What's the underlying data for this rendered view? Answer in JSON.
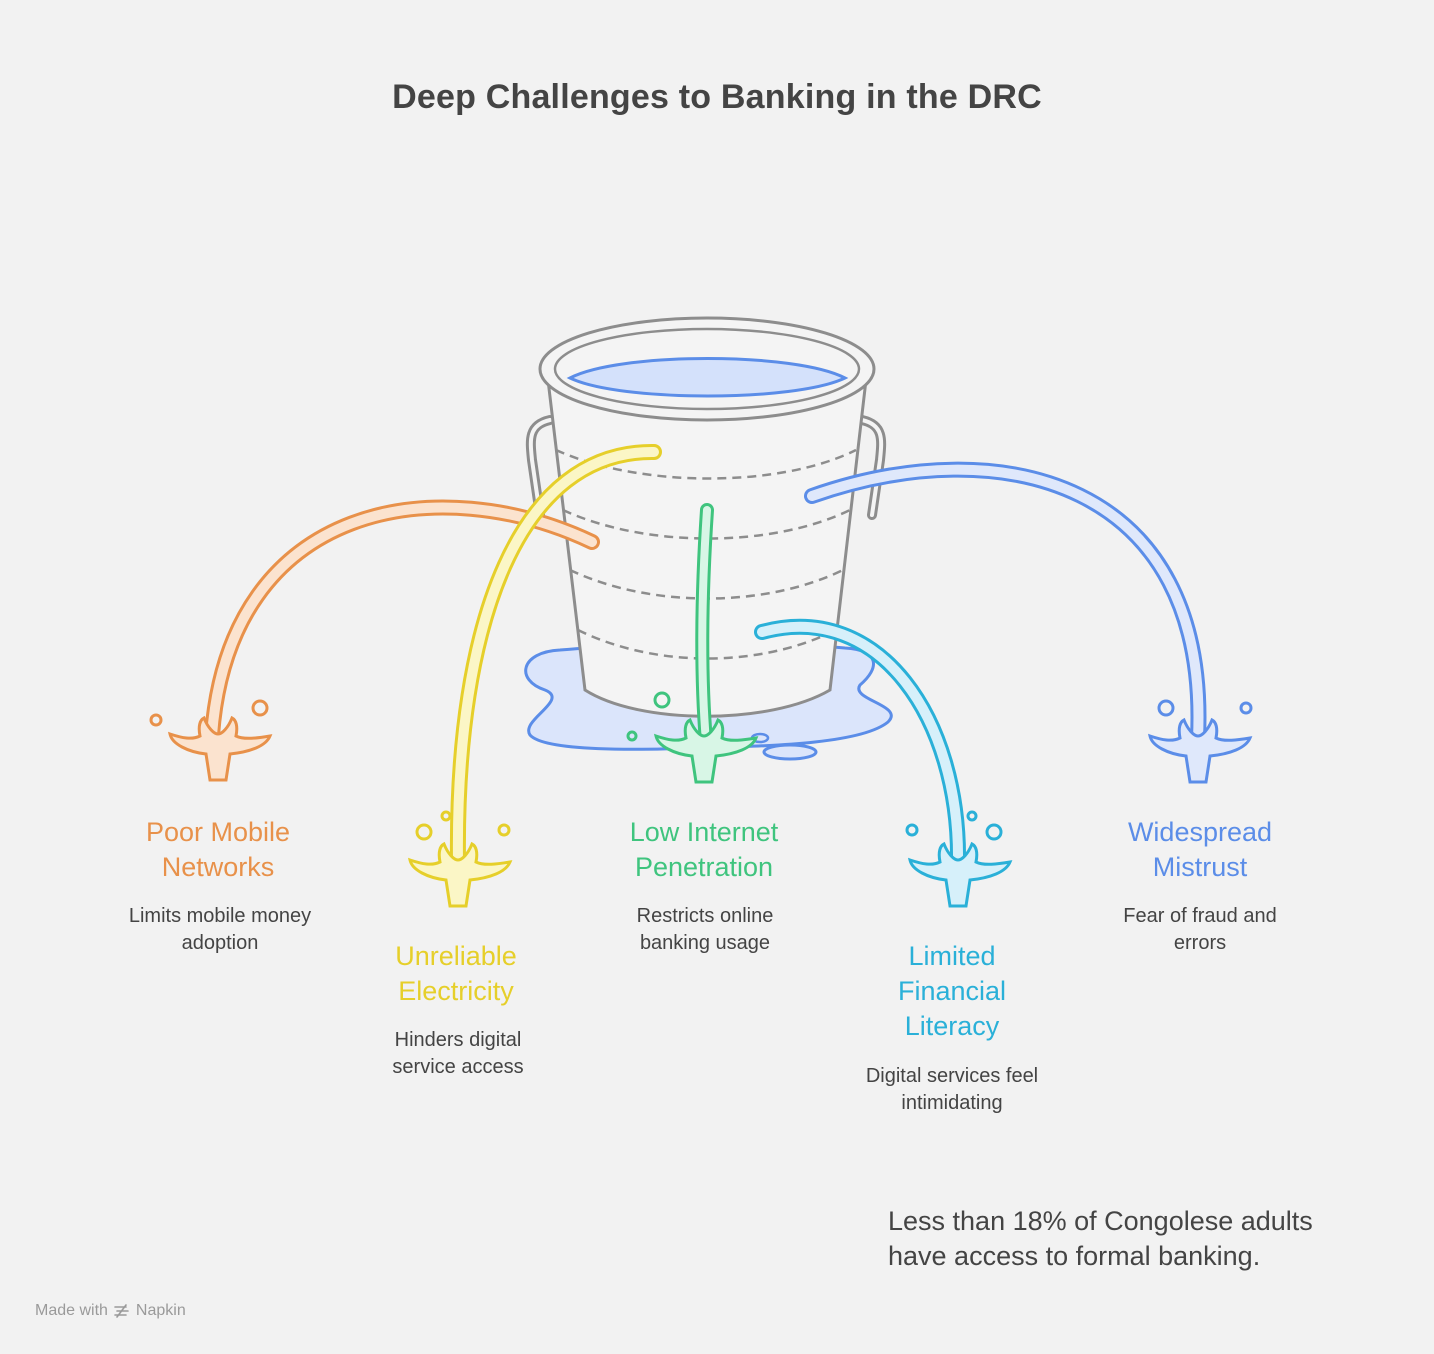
{
  "title": "Deep Challenges to Banking in the DRC",
  "challenges": [
    {
      "heading": "Poor Mobile\nNetworks",
      "description": "Limits mobile money\nadoption",
      "color": "#e8914a"
    },
    {
      "heading": "Unreliable\nElectricity",
      "description": "Hinders digital\nservice access",
      "color": "#e6cf2a"
    },
    {
      "heading": "Low Internet\nPenetration",
      "description": "Restricts online\nbanking usage",
      "color": "#3fc47e"
    },
    {
      "heading": "Limited\nFinancial\nLiteracy",
      "description": "Digital services feel\nintimidating",
      "color": "#2ab0d8"
    },
    {
      "heading": "Widespread\nMistrust",
      "description": "Fear of fraud and\nerrors",
      "color": "#5b8de8"
    }
  ],
  "note": "Less than 18% of Congolese adults\nhave access to formal banking.",
  "footer": {
    "made_with": "Made with",
    "brand": "Napkin"
  },
  "icons": {
    "center": "leaking-bucket-icon",
    "splash": "splash-icon",
    "footer": "napkin-logo-icon"
  }
}
